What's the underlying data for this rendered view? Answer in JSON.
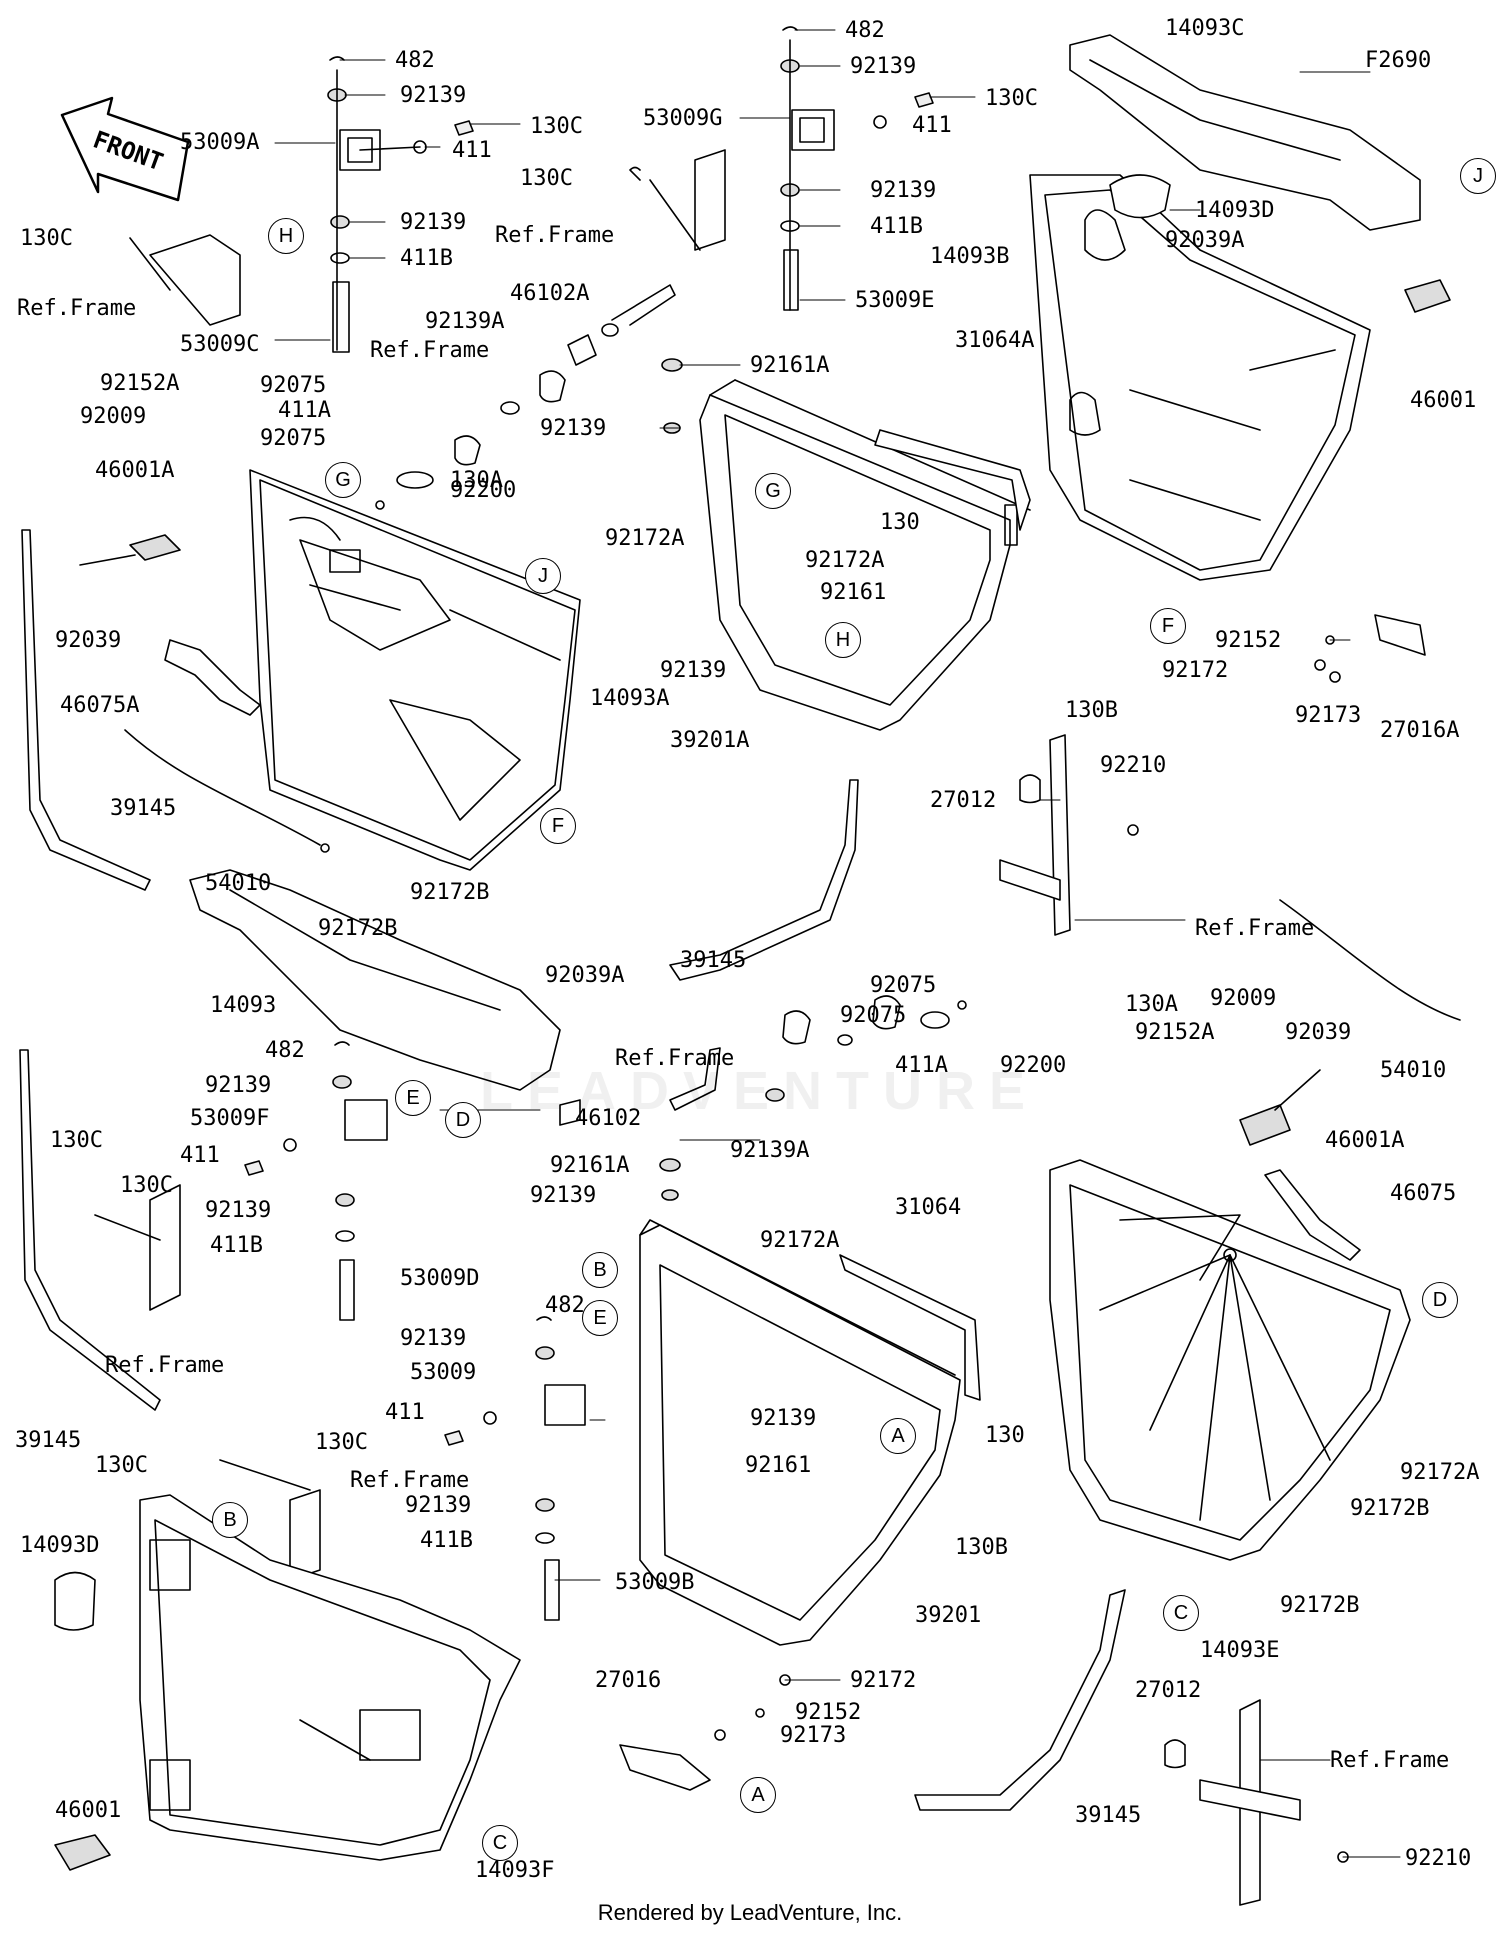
{
  "diagram": {
    "code": "F2690",
    "front_label": "FRONT",
    "credit": "Rendered by LeadVenture, Inc.",
    "watermark": "LEADVENTURE",
    "part_labels": [
      {
        "id": "p1",
        "text": "482"
      },
      {
        "id": "p2",
        "text": "92139"
      },
      {
        "id": "p3",
        "text": "53009A"
      },
      {
        "id": "p4",
        "text": "130C"
      },
      {
        "id": "p5",
        "text": "411"
      },
      {
        "id": "p6",
        "text": "92139"
      },
      {
        "id": "p7",
        "text": "411B"
      },
      {
        "id": "p8",
        "text": "130C"
      },
      {
        "id": "p9",
        "text": "Ref.Frame"
      },
      {
        "id": "p10",
        "text": "53009C"
      },
      {
        "id": "p11",
        "text": "92152A"
      },
      {
        "id": "p12",
        "text": "92009"
      },
      {
        "id": "p13",
        "text": "46001A"
      },
      {
        "id": "p14",
        "text": "92039"
      },
      {
        "id": "p15",
        "text": "46075A"
      },
      {
        "id": "p16",
        "text": "39145"
      },
      {
        "id": "p17",
        "text": "54010"
      },
      {
        "id": "p18",
        "text": "92172B"
      },
      {
        "id": "p19",
        "text": "92172B"
      },
      {
        "id": "p20",
        "text": "14093A"
      },
      {
        "id": "p21",
        "text": "92172A"
      },
      {
        "id": "p22",
        "text": "130A"
      },
      {
        "id": "p23",
        "text": "92200"
      },
      {
        "id": "p24",
        "text": "92075"
      },
      {
        "id": "p25",
        "text": "411A"
      },
      {
        "id": "p26",
        "text": "92075"
      },
      {
        "id": "p27",
        "text": "Ref.Frame"
      },
      {
        "id": "p28",
        "text": "92139A"
      },
      {
        "id": "p29",
        "text": "46102A"
      },
      {
        "id": "p30",
        "text": "130C"
      },
      {
        "id": "p31",
        "text": "Ref.Frame"
      },
      {
        "id": "p32",
        "text": "482"
      },
      {
        "id": "p33",
        "text": "92139"
      },
      {
        "id": "p34",
        "text": "53009G"
      },
      {
        "id": "p35",
        "text": "130C"
      },
      {
        "id": "p36",
        "text": "411"
      },
      {
        "id": "p37",
        "text": "92139"
      },
      {
        "id": "p38",
        "text": "411B"
      },
      {
        "id": "p39",
        "text": "53009E"
      },
      {
        "id": "p40",
        "text": "92161A"
      },
      {
        "id": "p41",
        "text": "92139"
      },
      {
        "id": "p42",
        "text": "31064A"
      },
      {
        "id": "p43",
        "text": "130"
      },
      {
        "id": "p44",
        "text": "92172A"
      },
      {
        "id": "p45",
        "text": "92161"
      },
      {
        "id": "p46",
        "text": "92139"
      },
      {
        "id": "p47",
        "text": "39201A"
      },
      {
        "id": "p48",
        "text": "130B"
      },
      {
        "id": "p49",
        "text": "14093C"
      },
      {
        "id": "p50",
        "text": "14093D"
      },
      {
        "id": "p51",
        "text": "92039A"
      },
      {
        "id": "p52",
        "text": "14093B"
      },
      {
        "id": "p53",
        "text": "46001"
      },
      {
        "id": "p54",
        "text": "92152"
      },
      {
        "id": "p55",
        "text": "92172"
      },
      {
        "id": "p56",
        "text": "92173"
      },
      {
        "id": "p57",
        "text": "27016A"
      },
      {
        "id": "p58",
        "text": "27012"
      },
      {
        "id": "p59",
        "text": "92210"
      },
      {
        "id": "p60",
        "text": "Ref.Frame"
      },
      {
        "id": "p61",
        "text": "54010"
      },
      {
        "id": "p62",
        "text": "39145"
      },
      {
        "id": "p63",
        "text": "14093"
      },
      {
        "id": "p64",
        "text": "92039A"
      },
      {
        "id": "p65",
        "text": "482"
      },
      {
        "id": "p66",
        "text": "92139"
      },
      {
        "id": "p67",
        "text": "53009F"
      },
      {
        "id": "p68",
        "text": "411"
      },
      {
        "id": "p69",
        "text": "130C"
      },
      {
        "id": "p70",
        "text": "130C"
      },
      {
        "id": "p71",
        "text": "92139"
      },
      {
        "id": "p72",
        "text": "411B"
      },
      {
        "id": "p73",
        "text": "53009D"
      },
      {
        "id": "p74",
        "text": "Ref.Frame"
      },
      {
        "id": "p75",
        "text": "39145"
      },
      {
        "id": "p76",
        "text": "92075"
      },
      {
        "id": "p77",
        "text": "92075"
      },
      {
        "id": "p78",
        "text": "130A"
      },
      {
        "id": "p79",
        "text": "92200"
      },
      {
        "id": "p80",
        "text": "Ref.Frame"
      },
      {
        "id": "p81",
        "text": "411A"
      },
      {
        "id": "p82",
        "text": "46102"
      },
      {
        "id": "p83",
        "text": "92139A"
      },
      {
        "id": "p84",
        "text": "92161A"
      },
      {
        "id": "p85",
        "text": "92139"
      },
      {
        "id": "p86",
        "text": "92009"
      },
      {
        "id": "p87",
        "text": "92152A"
      },
      {
        "id": "p88",
        "text": "92039"
      },
      {
        "id": "p89",
        "text": "46001A"
      },
      {
        "id": "p90",
        "text": "31064"
      },
      {
        "id": "p91",
        "text": "46075"
      },
      {
        "id": "p92",
        "text": "92172A"
      },
      {
        "id": "p93",
        "text": "482"
      },
      {
        "id": "p94",
        "text": "92139"
      },
      {
        "id": "p95",
        "text": "53009"
      },
      {
        "id": "p96",
        "text": "411"
      },
      {
        "id": "p97",
        "text": "130C"
      },
      {
        "id": "p98",
        "text": "130C"
      },
      {
        "id": "p99",
        "text": "Ref.Frame"
      },
      {
        "id": "p100",
        "text": "92139"
      },
      {
        "id": "p101",
        "text": "411B"
      },
      {
        "id": "p102",
        "text": "53009B"
      },
      {
        "id": "p103",
        "text": "92139"
      },
      {
        "id": "p104",
        "text": "130"
      },
      {
        "id": "p105",
        "text": "92161"
      },
      {
        "id": "p106",
        "text": "130B"
      },
      {
        "id": "p107",
        "text": "39201"
      },
      {
        "id": "p108",
        "text": "27016"
      },
      {
        "id": "p109",
        "text": "92172"
      },
      {
        "id": "p110",
        "text": "92152"
      },
      {
        "id": "p111",
        "text": "92173"
      },
      {
        "id": "p112",
        "text": "14093D"
      },
      {
        "id": "p113",
        "text": "46001"
      },
      {
        "id": "p114",
        "text": "14093F"
      },
      {
        "id": "p115",
        "text": "92172A"
      },
      {
        "id": "p116",
        "text": "92172B"
      },
      {
        "id": "p117",
        "text": "92172B"
      },
      {
        "id": "p118",
        "text": "14093E"
      },
      {
        "id": "p119",
        "text": "27012"
      },
      {
        "id": "p120",
        "text": "Ref.Frame"
      },
      {
        "id": "p121",
        "text": "92210"
      },
      {
        "id": "p122",
        "text": "39145"
      }
    ],
    "callouts": [
      {
        "id": "c1",
        "text": "H"
      },
      {
        "id": "c2",
        "text": "G"
      },
      {
        "id": "c3",
        "text": "J"
      },
      {
        "id": "c4",
        "text": "F"
      },
      {
        "id": "c5",
        "text": "G"
      },
      {
        "id": "c6",
        "text": "H"
      },
      {
        "id": "c7",
        "text": "J"
      },
      {
        "id": "c8",
        "text": "F"
      },
      {
        "id": "c9",
        "text": "E"
      },
      {
        "id": "c10",
        "text": "D"
      },
      {
        "id": "c11",
        "text": "B"
      },
      {
        "id": "c12",
        "text": "E"
      },
      {
        "id": "c13",
        "text": "A"
      },
      {
        "id": "c14",
        "text": "D"
      },
      {
        "id": "c15",
        "text": "B"
      },
      {
        "id": "c16",
        "text": "C"
      },
      {
        "id": "c17",
        "text": "A"
      },
      {
        "id": "c18",
        "text": "C"
      }
    ]
  }
}
